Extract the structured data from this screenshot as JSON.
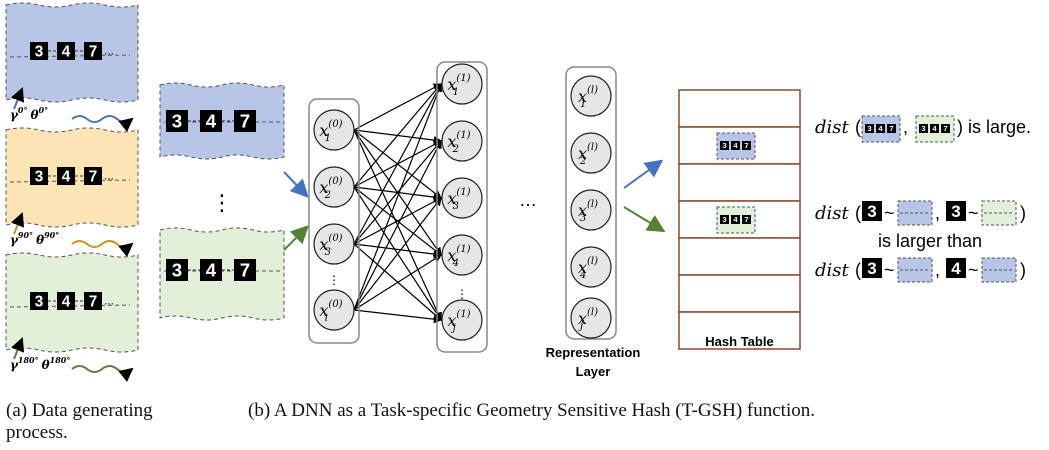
{
  "panel_a": {
    "rows": [
      {
        "digits": [
          "3",
          "4",
          "7"
        ],
        "gamma_sup": "0°",
        "theta_sup": "0°",
        "color": "#b7c6e7",
        "wave_color": "#4472c4"
      },
      {
        "digits": [
          "3",
          "4",
          "7"
        ],
        "gamma_sup": "90°",
        "theta_sup": "90°",
        "color": "#fde4b5",
        "wave_color": "#c8901e"
      },
      {
        "digits": [
          "3",
          "4",
          "7"
        ],
        "gamma_sup": "180°",
        "theta_sup": "180°",
        "color": "#e2efd9",
        "wave_color": "#538135"
      }
    ],
    "ellipsis": "...",
    "gamma_symbol": "γ",
    "theta_symbol": "θ",
    "caption": "(a) Data generating process."
  },
  "inputs": {
    "top_digits": [
      "3",
      "4",
      "7"
    ],
    "bottom_digits": [
      "3",
      "4",
      "7"
    ],
    "vertical_dots": "⋮"
  },
  "network": {
    "layer0": {
      "base": "x",
      "sup": "(0)",
      "subs": [
        "1",
        "2",
        "3",
        "i"
      ]
    },
    "layer1": {
      "base": "x",
      "sup": "(1)",
      "subs": [
        "1",
        "2",
        "3",
        "4",
        "j"
      ]
    },
    "layer_l": {
      "base": "x",
      "sup": "(l)",
      "subs": [
        "1",
        "2",
        "3",
        "4",
        "j"
      ]
    },
    "ellipsis": "…",
    "layer_dots": "⋮",
    "representation_label": [
      "Representation",
      "Layer"
    ]
  },
  "hash_table": {
    "label": "Hash Table",
    "rows": 7
  },
  "right": {
    "line1": {
      "dist": "dist",
      "tail": ") is large."
    },
    "line2": {
      "dist": "dist",
      "tilde": "~",
      "end": ")"
    },
    "middle": "is larger than",
    "line3": {
      "dist": "dist",
      "tilde": "~",
      "end": ")"
    }
  },
  "caption_b": "(b) A DNN as a Task-specific Geometry Sensitive Hash (T-GSH) function.",
  "colors": {
    "blue_fill": "#b7c6e7",
    "blue_stroke": "#4472c4",
    "orange_fill": "#fde4b5",
    "green_fill": "#e2efd9",
    "green_stroke": "#538135",
    "hash_stroke": "#8b4a2b",
    "node_fill": "#e6e6e6"
  }
}
